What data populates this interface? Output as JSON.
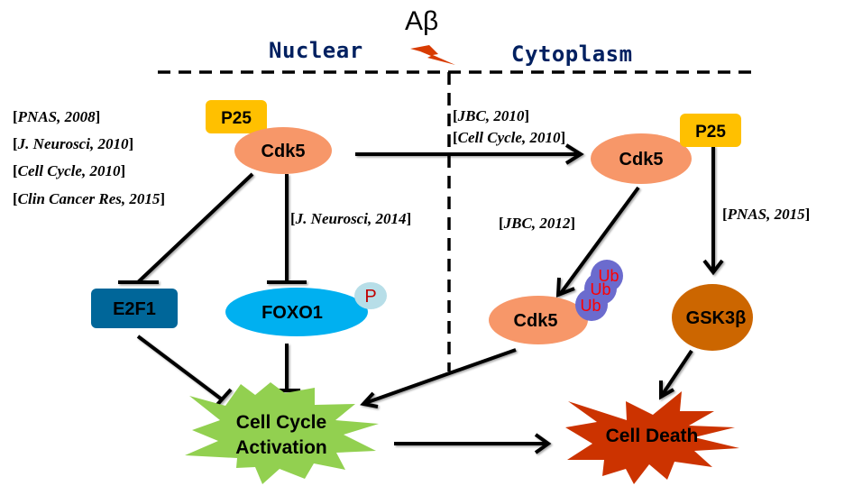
{
  "regions": {
    "left": "Nuclear",
    "right": "Cytoplasm"
  },
  "stimulus": {
    "label": "Aβ",
    "icon": "lightning-bolt-icon",
    "color": "#d83b01"
  },
  "nodes": {
    "p25_nuclear": {
      "label": "P25",
      "color": "#ffc000"
    },
    "cdk5_nuclear": {
      "label": "Cdk5",
      "color": "#f79769"
    },
    "e2f1": {
      "label": "E2F1",
      "color": "#006699"
    },
    "foxo1": {
      "label": "FOXO1",
      "color": "#00b0f0"
    },
    "foxo1_phospho": {
      "label": "P",
      "color": "#b7dee8"
    },
    "cell_cycle_activation": {
      "line1": "Cell Cycle",
      "line2": "Activation",
      "color": "#92d050"
    },
    "cdk5_cyto": {
      "label": "Cdk5",
      "color": "#f79769"
    },
    "p25_cyto": {
      "label": "P25",
      "color": "#ffc000"
    },
    "cdk5_ub": {
      "label": "Cdk5",
      "color": "#f79769"
    },
    "ubiquitin": {
      "labels": [
        "Ub",
        "Ub",
        "Ub"
      ],
      "color": "#6b6bce"
    },
    "gsk3b": {
      "label": "GSK3β",
      "color": "#cc6600"
    },
    "cell_death": {
      "label": "Cell Death",
      "color": "#cc3300"
    }
  },
  "references": {
    "cdk5_e2f1": [
      {
        "journal": "PNAS",
        "year": "2008"
      },
      {
        "journal": "J. Neurosci",
        "year": "2010"
      },
      {
        "journal": "Cell Cycle",
        "year": "2010"
      },
      {
        "journal": "Clin Cancer Res",
        "year": "2015"
      }
    ],
    "cdk5_foxo1": [
      {
        "journal": "J. Neurosci",
        "year": "2014"
      }
    ],
    "cdk5_translocation": [
      {
        "journal": "JBC",
        "year": "2010"
      },
      {
        "journal": "Cell Cycle",
        "year": "2010"
      }
    ],
    "cdk5_ubiquitination": [
      {
        "journal": "JBC",
        "year": "2012"
      }
    ],
    "p25_gsk3b": [
      {
        "journal": "PNAS",
        "year": "2015"
      }
    ]
  },
  "edges": [
    {
      "from": "cdk5_nuclear",
      "to": "e2f1",
      "type": "inhibition"
    },
    {
      "from": "cdk5_nuclear",
      "to": "foxo1",
      "type": "inhibition"
    },
    {
      "from": "cdk5_nuclear",
      "to": "cdk5_cyto",
      "type": "activation"
    },
    {
      "from": "cdk5_cyto",
      "to": "cdk5_ub",
      "type": "activation"
    },
    {
      "from": "p25_cyto",
      "to": "gsk3b",
      "type": "activation"
    },
    {
      "from": "e2f1",
      "to": "cell_cycle_activation",
      "type": "inhibition"
    },
    {
      "from": "foxo1",
      "to": "cell_cycle_activation",
      "type": "inhibition"
    },
    {
      "from": "cdk5_ub",
      "to": "cell_cycle_activation",
      "type": "activation"
    },
    {
      "from": "gsk3b",
      "to": "cell_death",
      "type": "activation"
    },
    {
      "from": "cell_cycle_activation",
      "to": "cell_death",
      "type": "activation"
    }
  ]
}
